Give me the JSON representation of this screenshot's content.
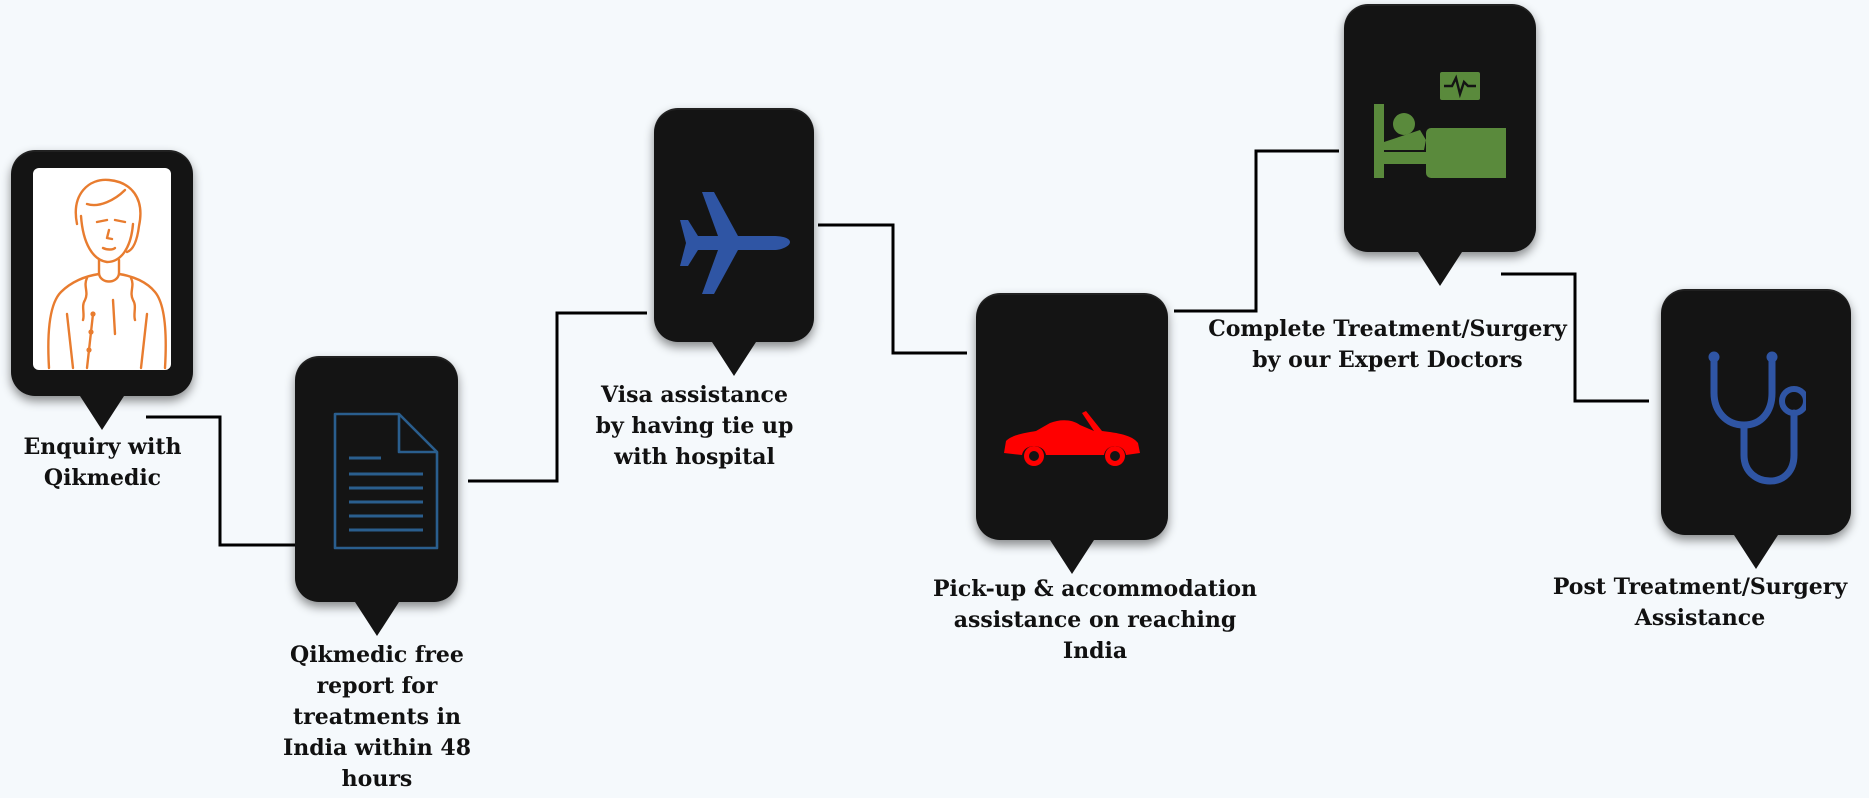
{
  "steps": [
    {
      "id": "enquiry",
      "label": "Enquiry with\nQikmedic",
      "icon": "woman-avatar-icon"
    },
    {
      "id": "report",
      "label": "Qikmedic free\nreport for\ntreatments in\nIndia within 48\nhours",
      "icon": "document-icon"
    },
    {
      "id": "visa",
      "label": "Visa assistance\nby having tie up\nwith hospital",
      "icon": "airplane-icon"
    },
    {
      "id": "pickup",
      "label": "Pick-up & accommodation\nassistance on reaching\nIndia",
      "icon": "car-icon"
    },
    {
      "id": "treatment",
      "label": "Complete Treatment/Surgery\nby our Expert Doctors",
      "icon": "hospital-bed-icon"
    },
    {
      "id": "post",
      "label": "Post Treatment/Surgery\nAssistance",
      "icon": "stethoscope-icon"
    }
  ],
  "colors": {
    "card": "#141414",
    "avatar": "#e87c2f",
    "document": "#2a5e8e",
    "airplane": "#2f55a4",
    "car": "#ff0000",
    "bed": "#5a8a3c",
    "stethoscope": "#2f55a4",
    "connector": "#000000"
  }
}
